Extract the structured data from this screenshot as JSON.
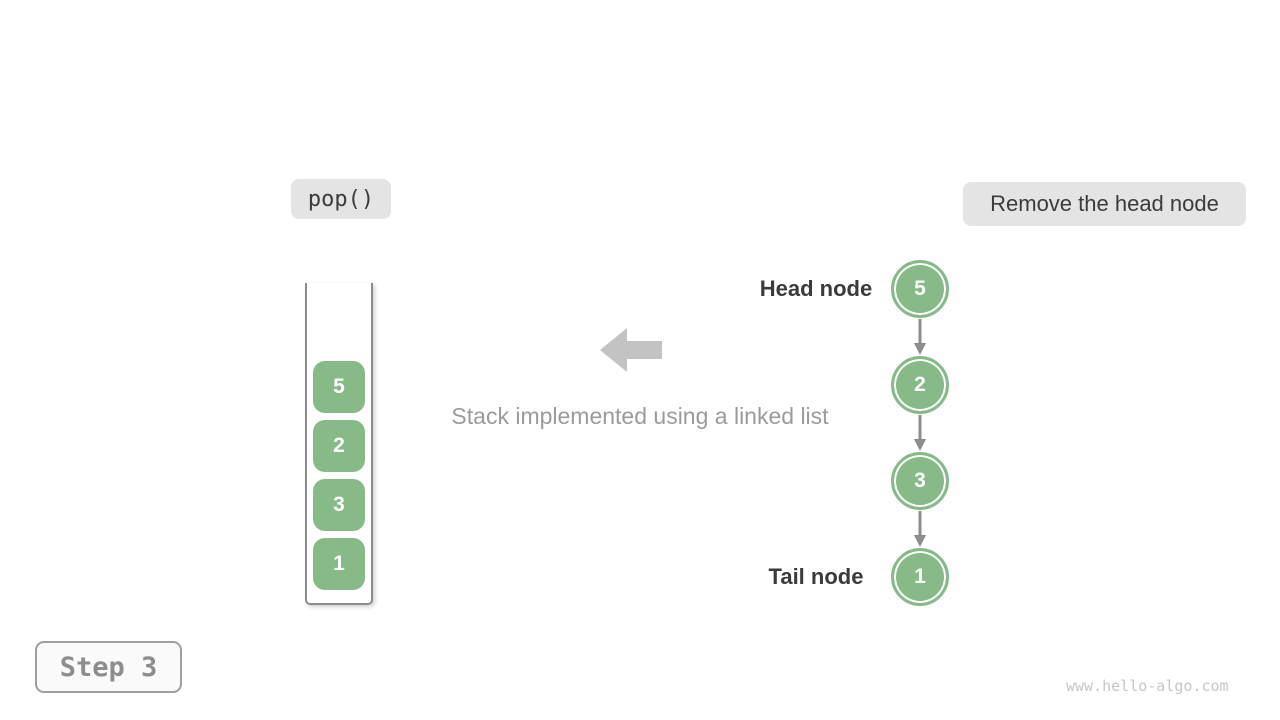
{
  "badges": {
    "pop_label": "pop()",
    "action_label": "Remove the head node",
    "step_label": "Step 3"
  },
  "caption": "Stack implemented using a linked list",
  "watermark": "www.hello-algo.com",
  "stack": {
    "items": [
      "5",
      "2",
      "3",
      "1"
    ]
  },
  "linked_list": {
    "head_label": "Head node",
    "tail_label": "Tail node",
    "nodes": [
      "5",
      "2",
      "3",
      "1"
    ]
  },
  "colors": {
    "node_green": "#87ba87",
    "badge_bg": "#e4e4e4",
    "container_border": "#8d8d8d",
    "link_arrow_gray": "#8c8c8c",
    "block_arrow_gray": "#c3c3c3",
    "label_text": "#3b3b3b",
    "caption_text": "#9b9b9b"
  }
}
